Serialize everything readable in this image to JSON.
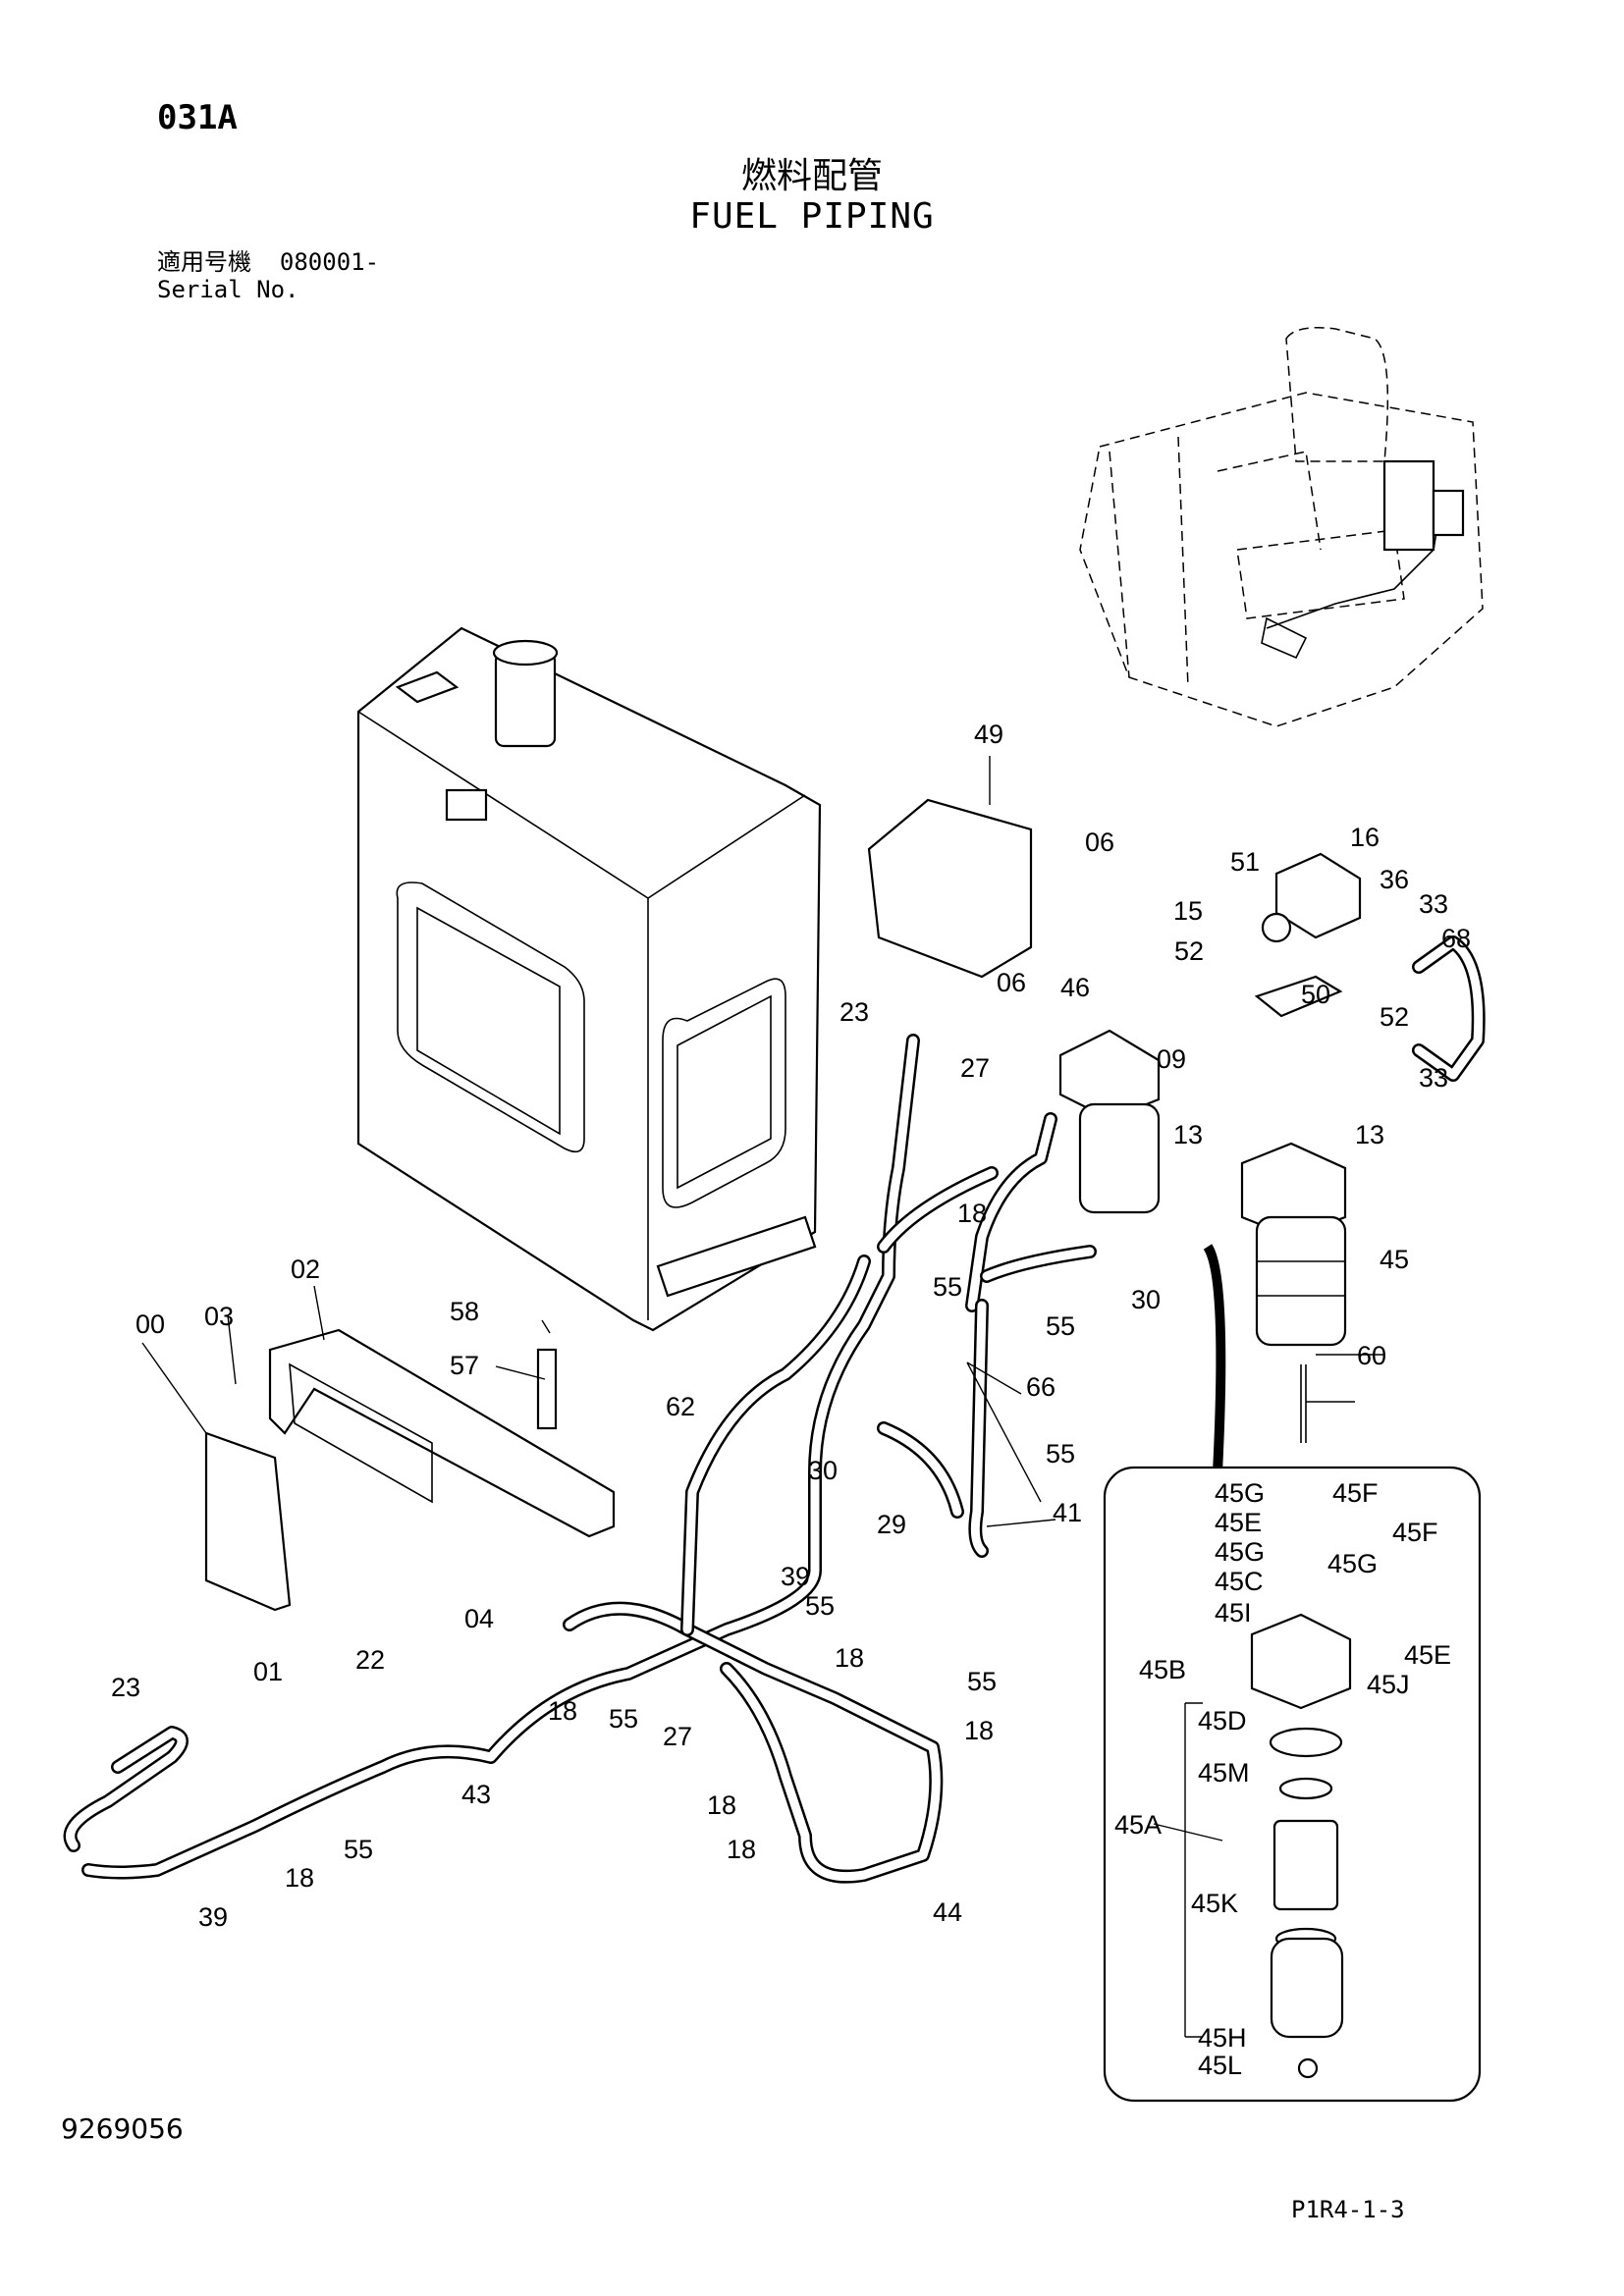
{
  "header": {
    "page_code": "031A",
    "title_jp": "燃料配管",
    "title_en": "FUEL PIPING",
    "serial_label_jp": "適用号機",
    "serial_range": "080001-",
    "serial_label_en": "Serial No."
  },
  "footer": {
    "doc_number": "9269056",
    "page_ref": "P1R4-1-3"
  },
  "callouts": [
    "031A",
    "00",
    "01",
    "02",
    "03",
    "04",
    "06",
    "06",
    "09",
    "13",
    "13",
    "15",
    "16",
    "18",
    "18",
    "18",
    "18",
    "18",
    "18",
    "18",
    "22",
    "23",
    "23",
    "27",
    "27",
    "29",
    "30",
    "30",
    "33",
    "33",
    "36",
    "39",
    "39",
    "41",
    "43",
    "44",
    "45",
    "46",
    "49",
    "50",
    "51",
    "52",
    "52",
    "55",
    "55",
    "55",
    "55",
    "55",
    "55",
    "55",
    "57",
    "58",
    "60",
    "62",
    "66",
    "68"
  ],
  "detail_callouts": [
    "45G",
    "45F",
    "45E",
    "45G",
    "45F",
    "45C",
    "45G",
    "45I",
    "45E",
    "45B",
    "45J",
    "45D",
    "45M",
    "45A",
    "45K",
    "45H",
    "45L"
  ]
}
